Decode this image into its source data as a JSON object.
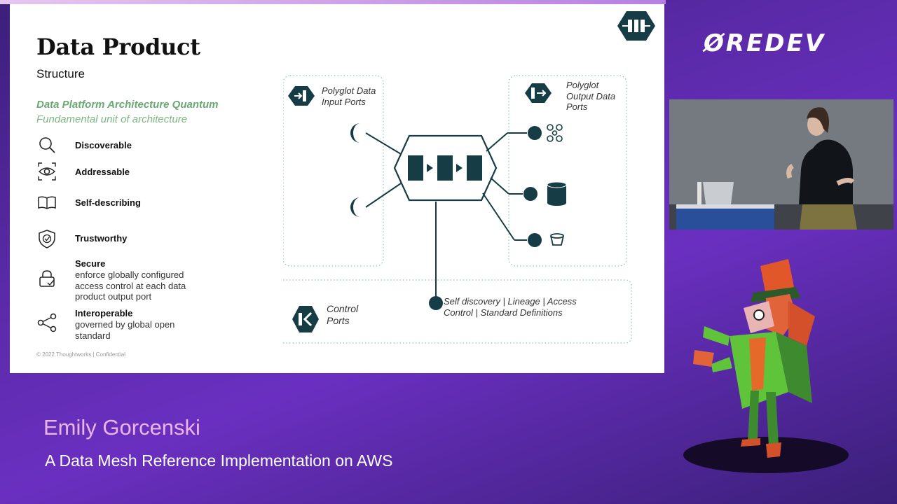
{
  "slide": {
    "title": "Data Product",
    "subtitle": "Structure",
    "quantum_title": "Data Platform Architecture Quantum",
    "quantum_subtitle": "Fundamental unit of architecture",
    "features": [
      {
        "title": "Discoverable",
        "desc": "",
        "icon": "magnifier-icon"
      },
      {
        "title": "Addressable",
        "desc": "",
        "icon": "eye-icon"
      },
      {
        "title": "Self-describing",
        "desc": "",
        "icon": "book-icon"
      },
      {
        "title": "Trustworthy",
        "desc": "",
        "icon": "shield-check-icon"
      },
      {
        "title": "Secure",
        "desc": "enforce globally configured access control at each data product output port",
        "icon": "lock-icon"
      },
      {
        "title": "Interoperable",
        "desc": "governed by global open standard",
        "icon": "share-icon"
      }
    ],
    "footer": "© 2022 Thoughtworks  |  Confidential",
    "diagram": {
      "input_ports_label_1": "Polyglot Data",
      "input_ports_label_2": "Input Ports",
      "output_ports_label_1": "Polyglot",
      "output_ports_label_2": "Output Data",
      "output_ports_label_3": "Ports",
      "control_ports_label_1": "Control",
      "control_ports_label_2": "Ports",
      "control_desc_1": "Self discovery  | Lineage  |  Access",
      "control_desc_2": "Control  |  Standard Definitions"
    }
  },
  "brand": {
    "event_logo": "ØREDEV"
  },
  "lower_third": {
    "speaker_name": "Emily Gorcenski",
    "talk_title": "A Data Mesh Reference Implementation on AWS"
  },
  "colors": {
    "teal": "#163c45",
    "green": "#6aa874",
    "pink_name": "#e9b6e6",
    "purple_bg": "#5a2aa8"
  }
}
